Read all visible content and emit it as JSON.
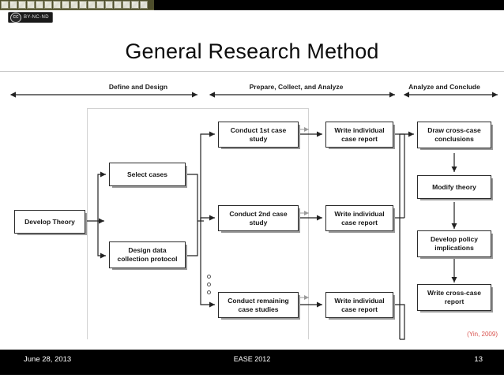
{
  "slide": {
    "title": "General Research Method",
    "citation": "(Yin, 2009)"
  },
  "license_badge": {
    "mark": "cc",
    "terms": "BY-NC-ND"
  },
  "footer": {
    "date": "June 28, 2013",
    "venue": "EASE 2012",
    "page_number": "13"
  },
  "diagram": {
    "phases": [
      {
        "label": "Define and Design"
      },
      {
        "label": "Prepare, Collect, and Analyze"
      },
      {
        "label": "Analyze and Conclude"
      }
    ],
    "nodes": [
      {
        "id": "develop-theory",
        "label": "Develop Theory"
      },
      {
        "id": "select-cases",
        "label": "Select cases"
      },
      {
        "id": "design-protocol",
        "label": "Design data collection protocol"
      },
      {
        "id": "conduct-1st",
        "label": "Conduct 1st case study"
      },
      {
        "id": "conduct-2nd",
        "label": "Conduct 2nd case study"
      },
      {
        "id": "conduct-remaining",
        "label": "Conduct remaining case studies"
      },
      {
        "id": "report-1",
        "label": "Write individual case report"
      },
      {
        "id": "report-2",
        "label": "Write individual case report"
      },
      {
        "id": "report-3",
        "label": "Write individual case report"
      },
      {
        "id": "cross-case-conclusions",
        "label": "Draw cross-case conclusions"
      },
      {
        "id": "modify-theory",
        "label": "Modify theory"
      },
      {
        "id": "policy-implications",
        "label": "Develop policy implications"
      },
      {
        "id": "cross-case-report",
        "label": "Write cross-case report"
      }
    ]
  },
  "colors": {
    "citation": "#d9534f",
    "footer_bg": "#000000",
    "box_border": "#2b2b2b",
    "rule": "#c9c9c9"
  }
}
